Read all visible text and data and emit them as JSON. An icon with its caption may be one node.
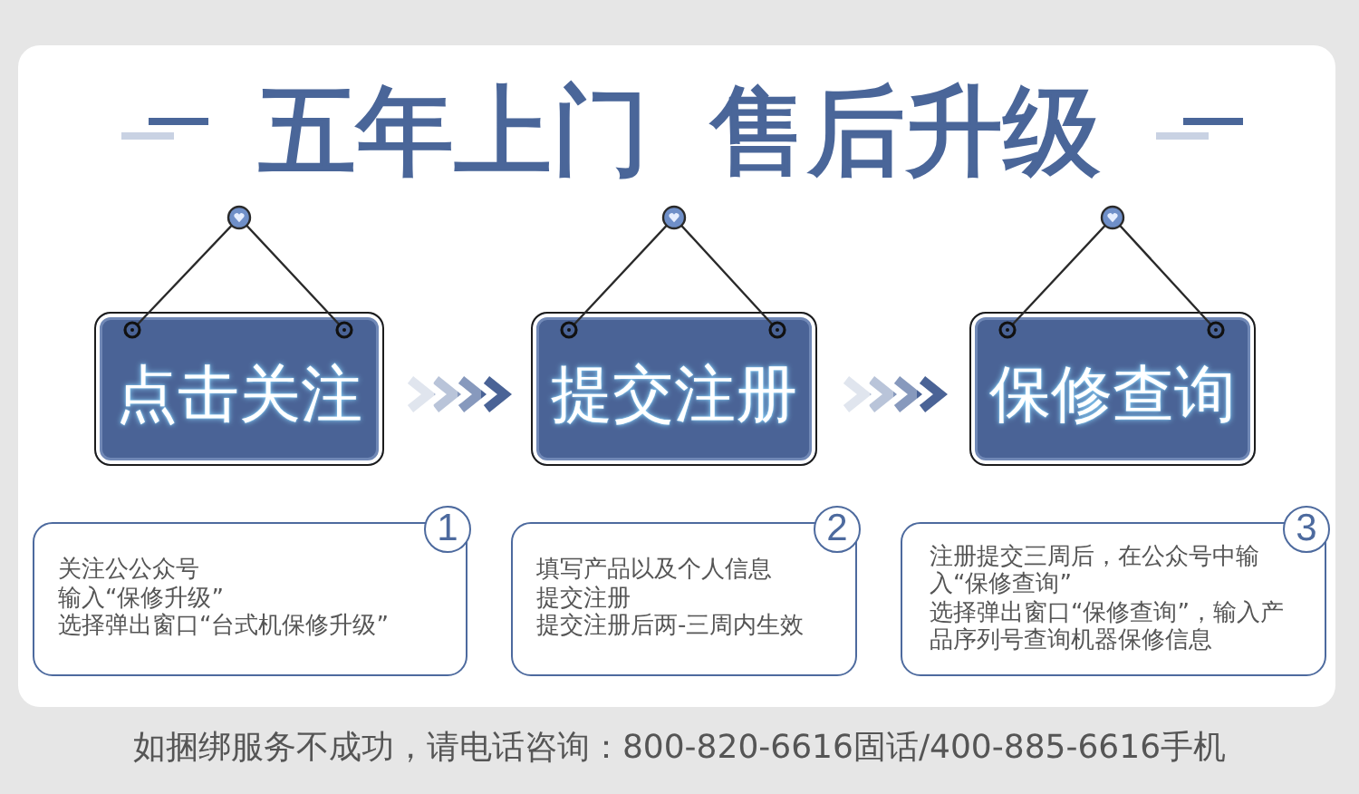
{
  "diagram": {
    "title": "五年上门 售后升级",
    "nodes": [
      {
        "text": [
          "点击关注"
        ]
      },
      {
        "text": [
          "提交注册"
        ]
      },
      {
        "text": [
          "保修查询"
        ]
      },
      {
        "text": [
          "1",
          "关注公公众号",
          "输入“保修升级”",
          "选择弹出窗口“台式机保修升级”"
        ]
      },
      {
        "text": [
          "2",
          "填写产品以及个人信息",
          "提交注册",
          "提交注册后两-三周内生效"
        ]
      },
      {
        "text": [
          "3",
          "注册提交三周后，在公众号中输入“保修查询”",
          "选择弹出窗口“保修查询”，输入产品序列号查询机器保修信息"
        ]
      }
    ],
    "edges": [
      {
        "from": 0,
        "to": 1,
        "arrow": "to"
      },
      {
        "from": 1,
        "to": 2,
        "arrow": "to"
      }
    ],
    "labels": [
      "如捆绑服务不成功，请电话咨询：800-820-6616固话/400-885-6616手机"
    ]
  }
}
